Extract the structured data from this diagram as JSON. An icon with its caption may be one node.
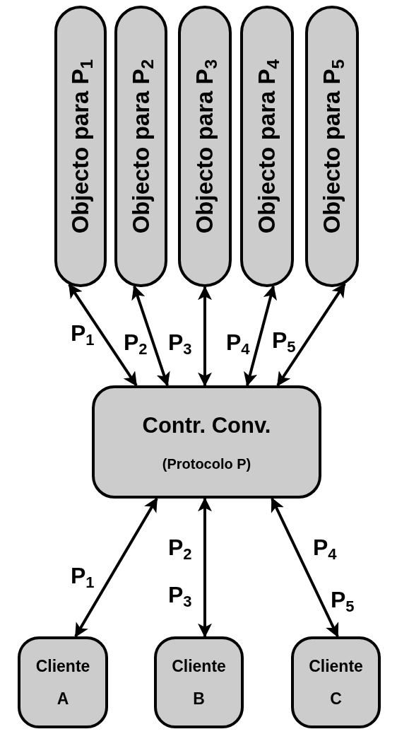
{
  "diagram": {
    "nodes": [
      {
        "text": [
          "Objecto para P$_{1}$"
        ]
      },
      {
        "text": [
          "Objecto para P$_{2}$"
        ]
      },
      {
        "text": [
          "Objecto para P$_{3}$"
        ]
      },
      {
        "text": [
          "Objecto para P$_{4}$"
        ]
      },
      {
        "text": [
          "Objecto para P$_{5}$"
        ]
      },
      {
        "text": [
          "Contr. Conv.",
          "(Protocolo P)"
        ]
      },
      {
        "text": [
          "Cliente A"
        ]
      },
      {
        "text": [
          "Cliente B"
        ]
      },
      {
        "text": [
          "Cliente C"
        ]
      }
    ],
    "edges": [
      {
        "from": 5,
        "to": 0,
        "arrow": "both",
        "label": "P$_{1}$"
      },
      {
        "from": 5,
        "to": 1,
        "arrow": "both",
        "label": "P$_{2}$"
      },
      {
        "from": 5,
        "to": 2,
        "arrow": "both",
        "label": "P$_{3}$"
      },
      {
        "from": 5,
        "to": 3,
        "arrow": "both",
        "label": "P$_{4}$"
      },
      {
        "from": 5,
        "to": 4,
        "arrow": "both",
        "label": "P$_{5}$"
      },
      {
        "from": 5,
        "to": 6,
        "arrow": "both",
        "label": "P$_{1}$"
      },
      {
        "from": 5,
        "to": 7,
        "arrow": "both"
      },
      {
        "from": 5,
        "to": 8,
        "arrow": "both"
      }
    ],
    "labels": [
      "P$_{2}$",
      "P$_{3}$",
      "P$_{4}$",
      "P$_{5}$"
    ]
  }
}
